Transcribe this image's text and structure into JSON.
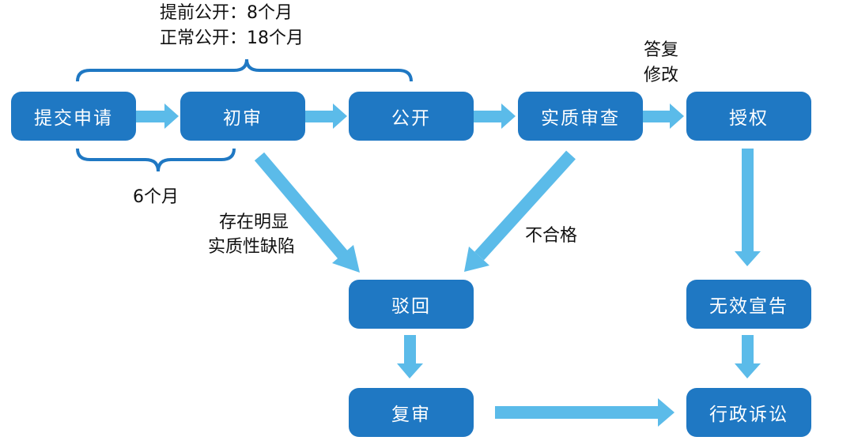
{
  "colors": {
    "box_fill": "#1f78c3",
    "box_text": "#ffffff",
    "arrow": "#5bbbe9",
    "bracket": "#1f78c3",
    "label_text": "#111111"
  },
  "nodes": {
    "submit": "提交申请",
    "preliminary": "初审",
    "publication": "公开",
    "substantive": "实质审查",
    "grant": "授权",
    "rejection": "驳回",
    "reexamination": "复审",
    "invalidation": "无效宣告",
    "litigation": "行政诉讼"
  },
  "labels": {
    "early_publication": "提前公开：8个月",
    "normal_publication": "正常公开：18个月",
    "six_months": "6个月",
    "response_line1": "答复",
    "response_line2": "修改",
    "defect_line1": "存在明显",
    "defect_line2": "实质性缺陷",
    "unqualified": "不合格"
  }
}
